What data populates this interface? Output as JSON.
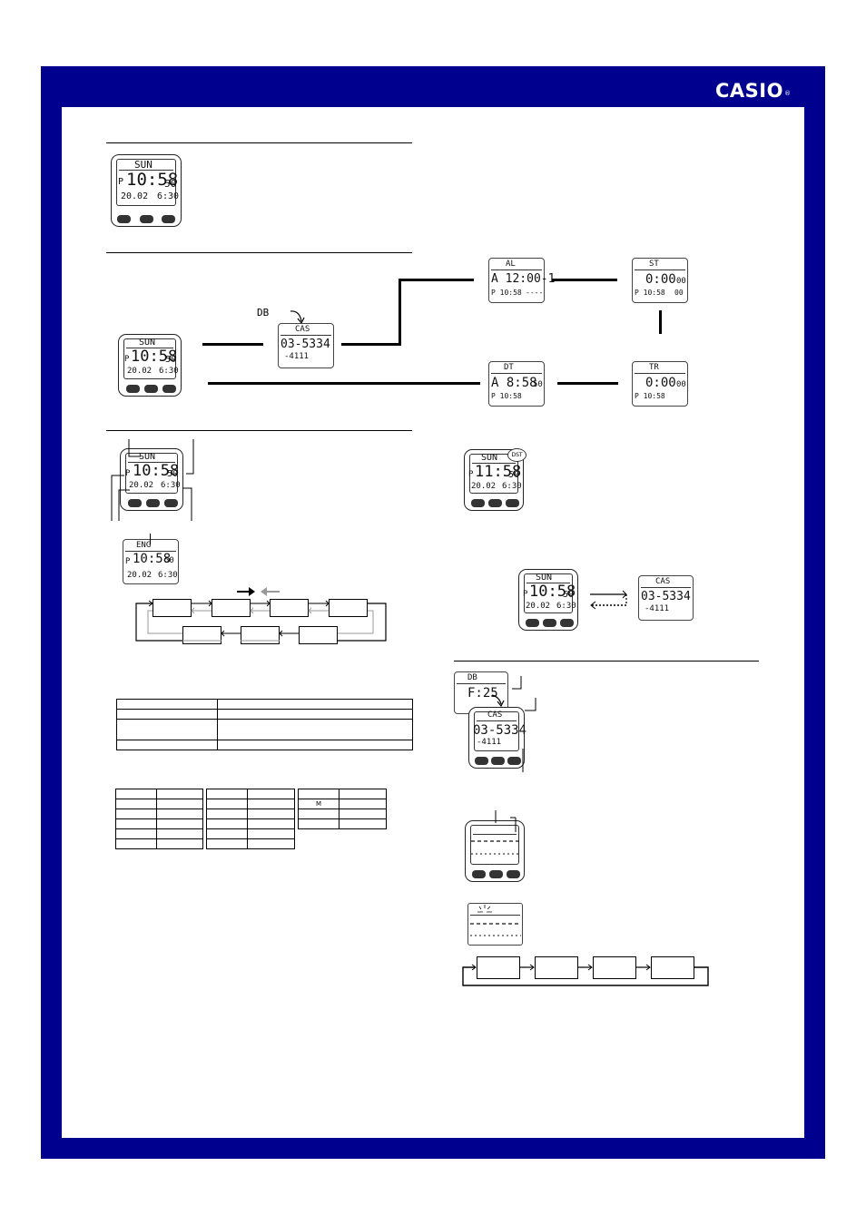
{
  "brand": {
    "name": "CASIO",
    "mark": "®"
  },
  "watches": {
    "top": {
      "day": "SUN",
      "ampm": "P",
      "time": "10:58",
      "sec": "50",
      "date": "20.02",
      "date2": "6:30"
    },
    "main": {
      "day": "SUN",
      "ampm": "P",
      "time": "10:58",
      "sec": "50",
      "date": "20.02",
      "date2": "6:30"
    },
    "tk1": {
      "day": "SUN",
      "ampm": "P",
      "time": "10:58",
      "sec": "50",
      "date": "20.02",
      "date2": "6:30"
    },
    "tk2": {
      "day": "ENG",
      "ampm": "P",
      "time": "10:58",
      "sec": "50",
      "date": "20.02",
      "date2": "6:30"
    },
    "dst": {
      "day": "SUN",
      "ampm": "P",
      "time": "11:58",
      "sec": "50",
      "date": "20.02",
      "date2": "6:30",
      "badge": "DST"
    },
    "sw": {
      "day": "SUN",
      "ampm": "P",
      "time": "10:58",
      "sec": "50",
      "date": "20.02",
      "date2": "6:30"
    }
  },
  "modes": {
    "db": {
      "label": "DB",
      "name": "CAS",
      "num": "03-5334",
      "sub": "-4111"
    },
    "al": {
      "label": "AL",
      "big": "A 12:00-1",
      "small": "P 10:58",
      "tail": "----"
    },
    "st": {
      "label": "ST",
      "big": "0:00",
      "sec": "00",
      "small": "P 10:58",
      "tail": "00"
    },
    "dt": {
      "label": "DT",
      "big": "A 8:58",
      "sec": "50",
      "small": "P 10:58"
    },
    "tr": {
      "label": "TR",
      "big": "0:00",
      "sec": "00",
      "small": "P 10:58"
    }
  },
  "dbSwitch": {
    "name": "CAS",
    "num": "03-5334",
    "sub": "-4111"
  },
  "dbRecall": {
    "label": "DB",
    "free": "F:25",
    "name": "CAS",
    "num": "03-5334",
    "sub": "-4111"
  },
  "tableLetter": "M"
}
